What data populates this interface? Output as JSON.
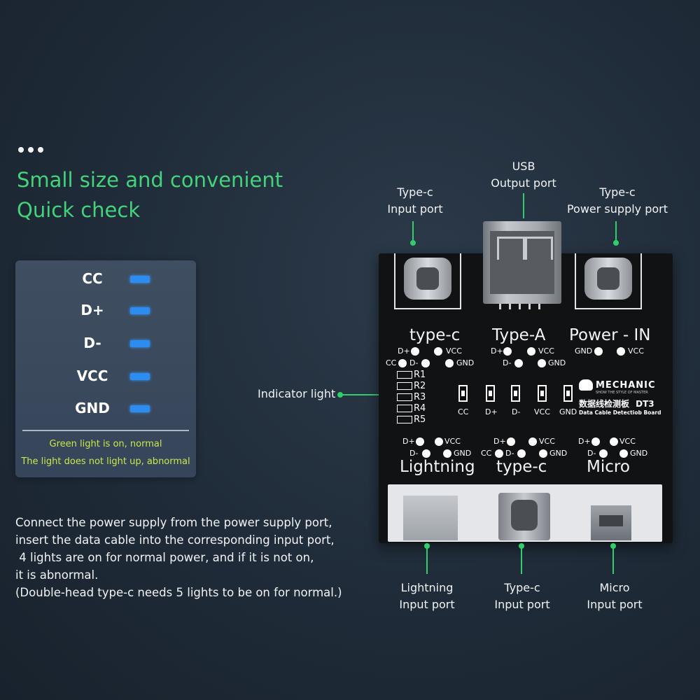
{
  "header": {
    "line1": "Small size and convenient",
    "line2": "Quick check"
  },
  "legend": {
    "items": [
      {
        "label": "CC"
      },
      {
        "label": "D+"
      },
      {
        "label": "D-"
      },
      {
        "label": "VCC"
      },
      {
        "label": "GND"
      }
    ],
    "note_normal": "Green light is on, normal",
    "note_abnormal": "The light does not light up, abnormal",
    "bar_color": "#2c8cf0",
    "note_color": "#c9e84a"
  },
  "description": [
    "Connect the power supply from the power supply port,",
    "insert the data cable into the corresponding input port,",
    " 4 lights are on for normal power, and if it is not on,",
    "it is abnormal.",
    "(Double-head type-c needs 5 lights to be on for normal.)"
  ],
  "callouts": {
    "usb_output": [
      "USB",
      "Output port"
    ],
    "typec_input": [
      "Type-c",
      "Input port"
    ],
    "typec_power": [
      "Type-c",
      "Power supply port"
    ],
    "indicator": "Indicator light",
    "lightning_input": [
      "Lightning",
      "Input port"
    ],
    "typec_input_bottom": [
      "Type-c",
      "Input port"
    ],
    "micro_input": [
      "Micro",
      "Input port"
    ]
  },
  "board": {
    "top_labels": {
      "typec": "type-c",
      "typea": "Type-A",
      "power": "Power - IN"
    },
    "bottom_labels": {
      "lightning": "Lightning",
      "typec": "type-c",
      "micro": "Micro"
    },
    "pins": {
      "dp": "D+",
      "dm": "D-",
      "cc": "CC",
      "vcc": "VCC",
      "gnd": "GND"
    },
    "resistors": [
      "R1",
      "R2",
      "R3",
      "R4",
      "R5"
    ],
    "indicators": [
      "CC",
      "D+",
      "D-",
      "VCC",
      "GND"
    ],
    "brand": "MECHANIC",
    "brand_tagline": "SHOW THE STYLE OF MASTER",
    "model_cn": "数据线检测板",
    "model": "DT3",
    "model_en": "Data Cable Detectiob Board"
  },
  "colors": {
    "accent_green": "#43d37a",
    "line_green": "#2fd06c",
    "background": "#1f2b38"
  }
}
